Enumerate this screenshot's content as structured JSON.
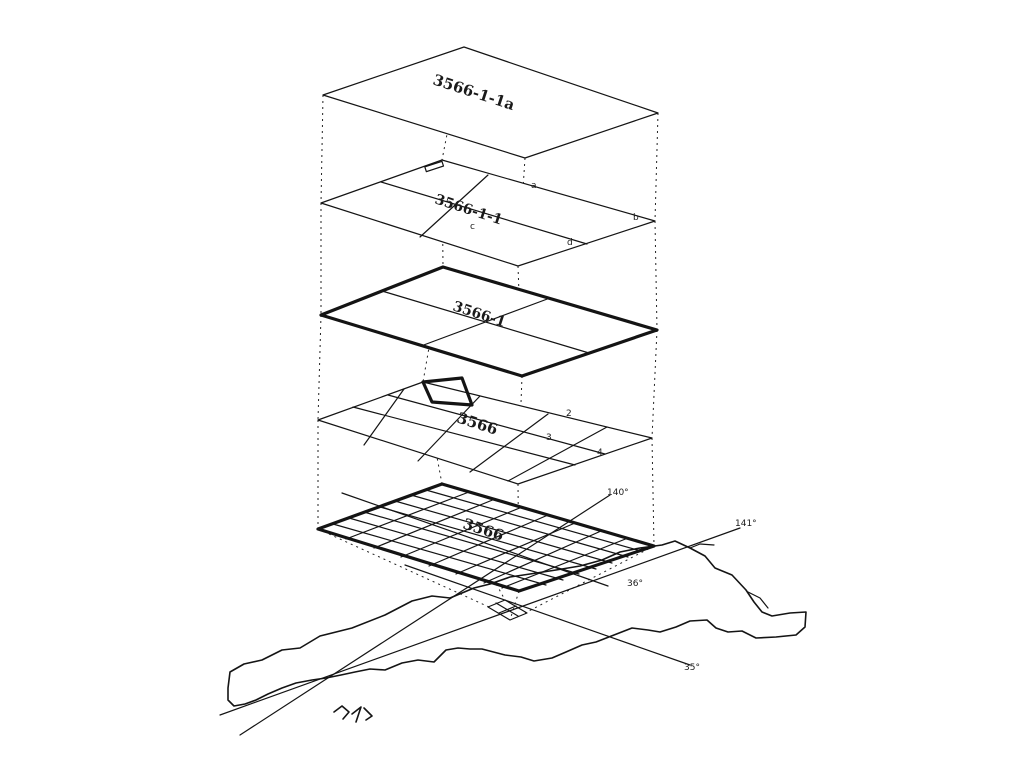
{
  "sheets": [
    {
      "id": "sheet-1",
      "label": "3566-1-1a",
      "letters": []
    },
    {
      "id": "sheet-2",
      "label": "3566-1-1",
      "letters": [
        "a",
        "b",
        "c",
        "d"
      ]
    },
    {
      "id": "sheet-3",
      "label": "3566-1",
      "letters": []
    },
    {
      "id": "sheet-4",
      "label": "3566",
      "letters": [
        "2",
        "3",
        "4"
      ]
    },
    {
      "id": "sheet-5",
      "label": "3566",
      "letters": []
    }
  ],
  "map": {
    "latitude_labels": [
      "36°",
      "35°"
    ],
    "longitude_labels": [
      "140°",
      "141°"
    ],
    "signature": "3/4"
  }
}
